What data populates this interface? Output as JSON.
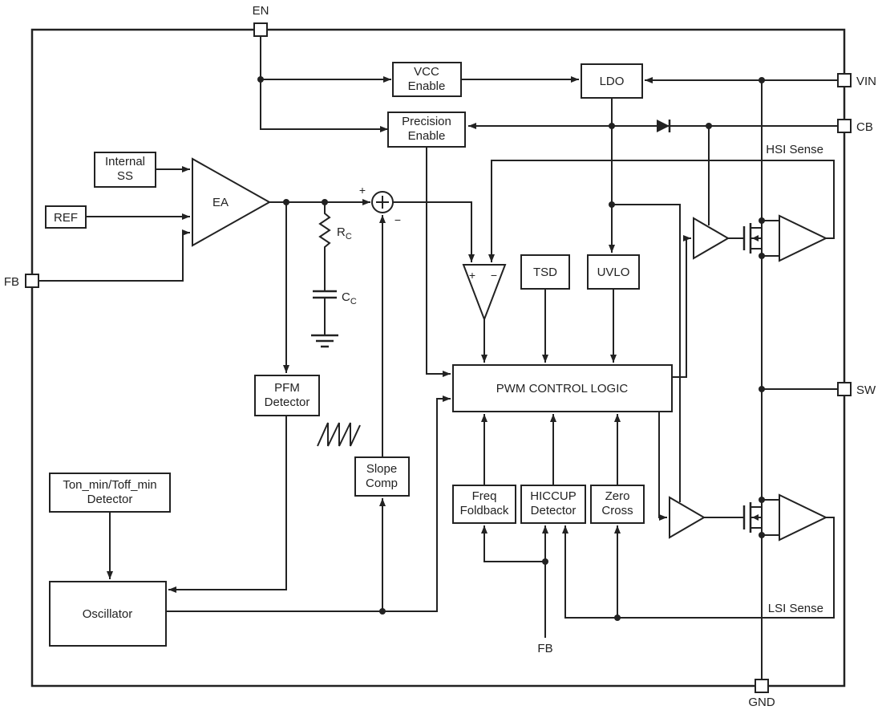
{
  "pins": {
    "en": "EN",
    "vin": "VIN",
    "cb": "CB",
    "sw": "SW",
    "gnd": "GND",
    "fb": "FB",
    "fb_bottom": "FB"
  },
  "blocks": {
    "vcc_enable": {
      "line1": "VCC",
      "line2": "Enable"
    },
    "ldo": {
      "label": "LDO"
    },
    "precision_enable": {
      "line1": "Precision",
      "line2": "Enable"
    },
    "internal_ss": {
      "line1": "Internal",
      "line2": "SS"
    },
    "ref": {
      "label": "REF"
    },
    "error_amp": {
      "label": "EA"
    },
    "pfm_detector": {
      "line1": "PFM",
      "line2": "Detector"
    },
    "tsd": {
      "label": "TSD"
    },
    "uvlo": {
      "label": "UVLO"
    },
    "pwm_control_logic": {
      "label": "PWM CONTROL LOGIC"
    },
    "slope_comp": {
      "line1": "Slope",
      "line2": "Comp"
    },
    "freq_foldback": {
      "line1": "Freq",
      "line2": "Foldback"
    },
    "hiccup_detector": {
      "line1": "HICCUP",
      "line2": "Detector"
    },
    "zero_cross": {
      "line1": "Zero",
      "line2": "Cross"
    },
    "ton_toff_detector": {
      "line1": "Ton_min/Toff_min",
      "line2": "Detector"
    },
    "oscillator": {
      "label": "Oscillator"
    }
  },
  "nets": {
    "hsi_sense": "HSI Sense",
    "lsi_sense": "LSI Sense"
  },
  "components": {
    "rc": {
      "base": "R",
      "sub": "C"
    },
    "cc": {
      "base": "C",
      "sub": "C"
    }
  },
  "symbols": {
    "summing_plus": "+",
    "summing_minus": "−",
    "comparator_plus": "+",
    "comparator_minus": "−"
  },
  "colors": {
    "line": "#222222",
    "background": "#ffffff"
  }
}
